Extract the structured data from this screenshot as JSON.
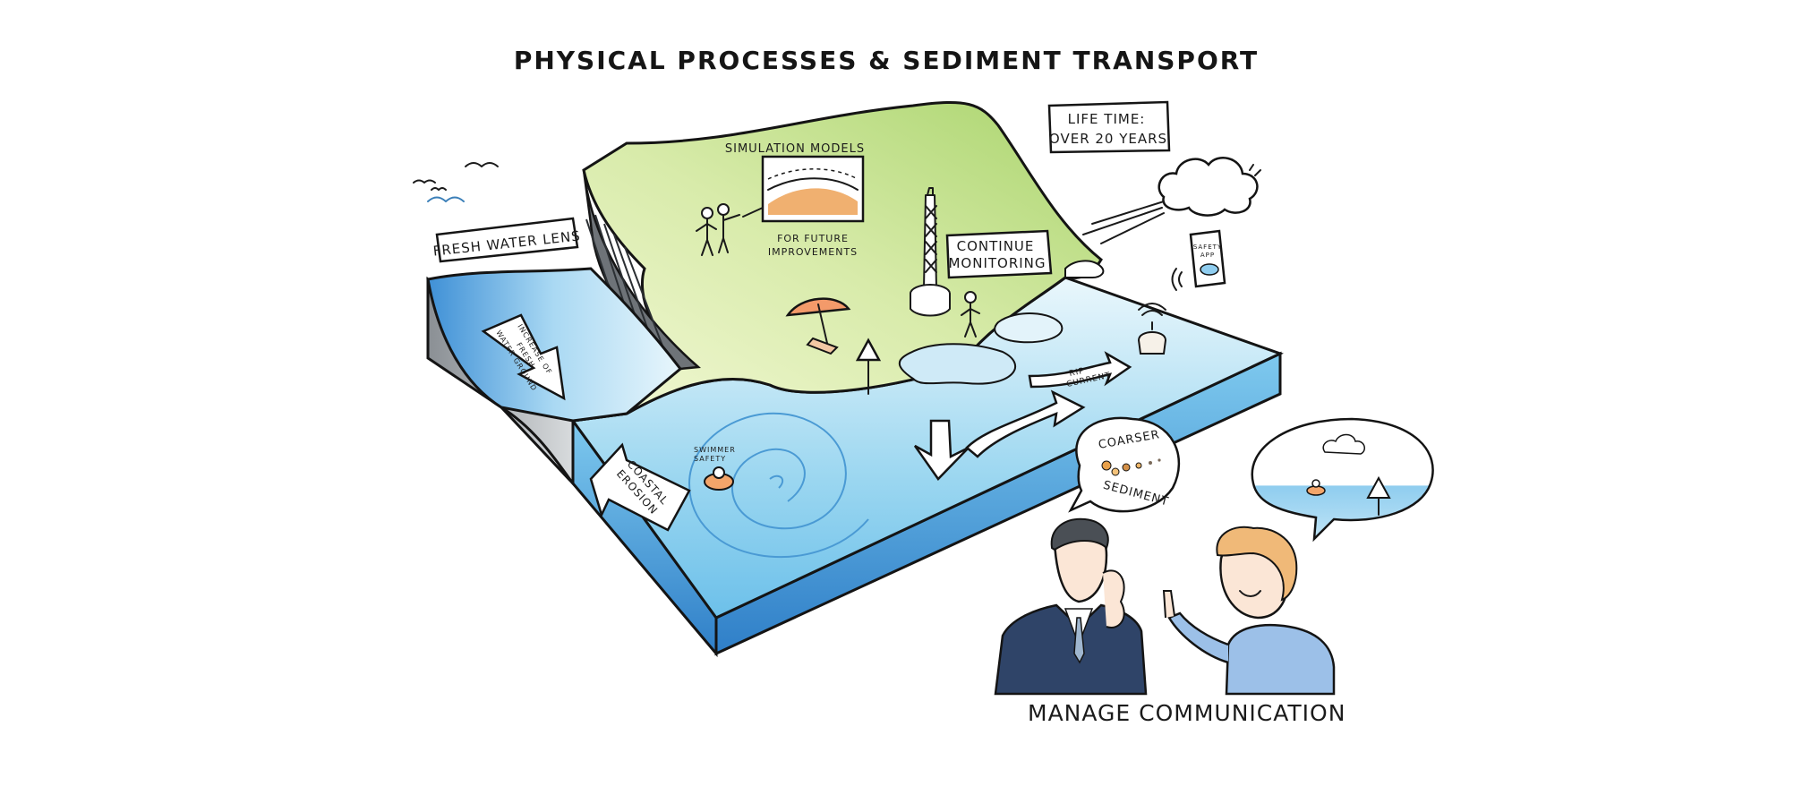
{
  "title": "PHYSICAL PROCESSES & SEDIMENT TRANSPORT",
  "labels": {
    "fresh_water_lens": "FRESH WATER LENS",
    "simulation_models": "SIMULATION MODELS",
    "future_improvements_1": "FOR FUTURE",
    "future_improvements_2": "IMPROVEMENTS",
    "continue_monitoring_1": "CONTINUE",
    "continue_monitoring_2": "MONITORING",
    "life_time_1": "LIFE TIME:",
    "life_time_2": "OVER 20 YEARS",
    "safety_app_1": "SAFETY",
    "safety_app_2": "APP",
    "fresh_water_arrow_1": "INCREASE OF",
    "fresh_water_arrow_2": "FRESH",
    "fresh_water_arrow_3": "WATER GROUND",
    "rip_current_1": "RIP",
    "rip_current_2": "CURRENT",
    "swimmer_safety_1": "SWIMMER",
    "swimmer_safety_2": "SAFETY",
    "coastal_erosion_1": "COASTAL",
    "coastal_erosion_2": "EROSION",
    "coarser_sediment_1": "COARSER",
    "coarser_sediment_2": "SEDIMENT",
    "manage_communication": "MANAGE COMMUNICATION"
  },
  "colors": {
    "grass_light": "#eef6c8",
    "grass": "#b9dc7e",
    "water_light": "#dff3fb",
    "water": "#7cc8ea",
    "water_dark": "#3d8fd0",
    "suit": "#2f4468",
    "shirt": "#9cc0e8",
    "hair": "#f0b978"
  }
}
